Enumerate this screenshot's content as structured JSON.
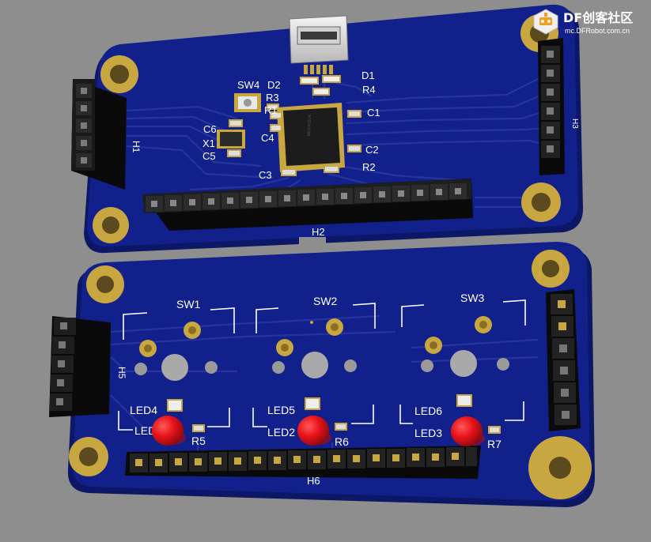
{
  "watermark": {
    "title": "DF创客社区",
    "url": "mc.DFRobot.com.cn"
  },
  "top_board": {
    "labels": {
      "sw4": "SW4",
      "d2": "D2",
      "d1": "D1",
      "r4": "R4",
      "r3": "R3",
      "r1": "R1",
      "c1": "C1",
      "c4": "C4",
      "c6": "C6",
      "x1": "X1",
      "c5": "C5",
      "c2": "C2",
      "c3": "C3",
      "r2": "R2",
      "h1": "H1",
      "h2": "H2",
      "h3": "H3"
    }
  },
  "bottom_board": {
    "labels": {
      "sw1": "SW1",
      "sw2": "SW2",
      "sw3": "SW3",
      "h5": "H5",
      "h6": "H6",
      "led4": "LED4",
      "led5": "LED5",
      "led6": "LED6",
      "led1": "LED1",
      "led2": "LED2",
      "led3": "LED3",
      "r5": "R5",
      "r6": "R6",
      "r7": "R7"
    }
  },
  "colors": {
    "background": "#8e8e8e",
    "pcb": "#12208c",
    "pcb_edge": "#0c1766",
    "trace": "#26349c",
    "pad_gold": "#c8a640",
    "header_black": "#161616",
    "led_red": "#e8131a",
    "silkscreen": "#ffffff"
  }
}
